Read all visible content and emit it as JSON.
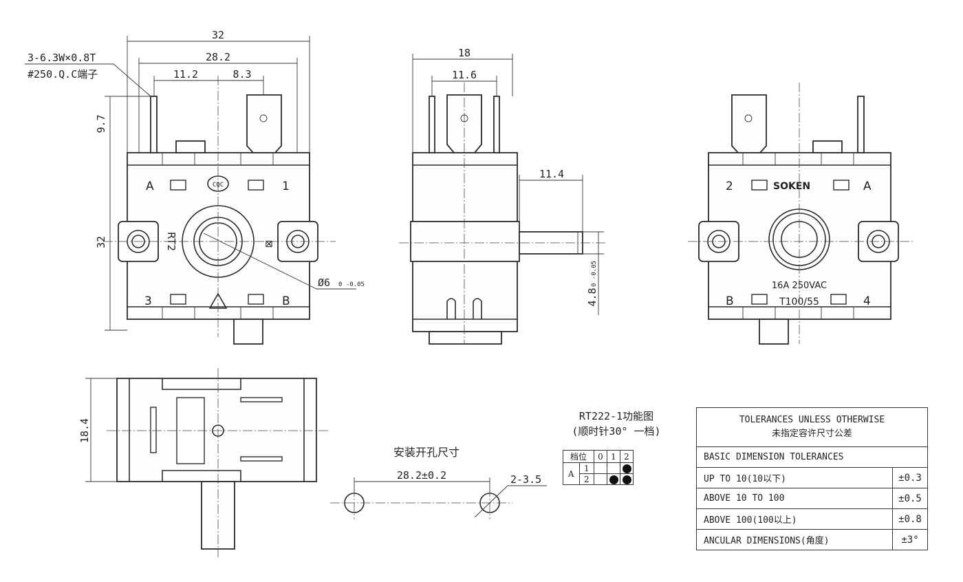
{
  "front_view": {
    "terminal_note_line1": "3-6.3W×0.8T",
    "terminal_note_line2": "#250.Q.C端子",
    "dim_width_32": "32",
    "dim_28_2": "28.2",
    "dim_11_2": "11.2",
    "dim_8_3": "8.3",
    "dim_9_7": "9.7",
    "dim_height_32": "32",
    "label_A": "A",
    "label_1": "1",
    "label_3": "3",
    "label_B": "B",
    "model_mark": "RT2",
    "cqc_mark": "CQC",
    "shaft_hole_dia": "Ø6",
    "shaft_tol": "0 -0.05"
  },
  "side_view": {
    "dim_18": "18",
    "dim_11_6": "11.6",
    "dim_11_4": "11.4",
    "dim_4_8": "4.8",
    "dim_4_8_tol": "0 -0.05"
  },
  "rear_view": {
    "label_2": "2",
    "label_A": "A",
    "label_B": "B",
    "label_4": "4",
    "brand": "SOKEN",
    "rating": "16A 250VAC",
    "temp_rating": "T100/55"
  },
  "bottom_view": {
    "dim_18_4": "18.4"
  },
  "mounting": {
    "title": "安装开孔尺寸",
    "spacing": "28.2±0.2",
    "holes": "2-3.5"
  },
  "function_diagram": {
    "title_line1": "RT222-1功能图",
    "title_line2": "(顺时针30° 一档)",
    "header_label": "档位",
    "positions": [
      "0",
      "1",
      "2"
    ],
    "contact_group": "A",
    "rows": [
      {
        "terminal": "1",
        "closed": [
          false,
          false,
          true
        ]
      },
      {
        "terminal": "2",
        "closed": [
          false,
          true,
          true
        ]
      }
    ]
  },
  "tolerances": {
    "title_en": "TOLERANCES UNLESS OTHERWISE",
    "title_cn": "未指定容许尺寸公差",
    "subtitle": "BASIC DIMENSION TOLERANCES",
    "rows": [
      {
        "range": "UP TO 10(10以下)",
        "value": "±0.3"
      },
      {
        "range": "ABOVE 10 TO 100",
        "value": "±0.5"
      },
      {
        "range": "ABOVE 100(100以上)",
        "value": "±0.8"
      },
      {
        "range": "ANCULAR DIMENSIONS(角度)",
        "value": "±3°"
      }
    ]
  }
}
